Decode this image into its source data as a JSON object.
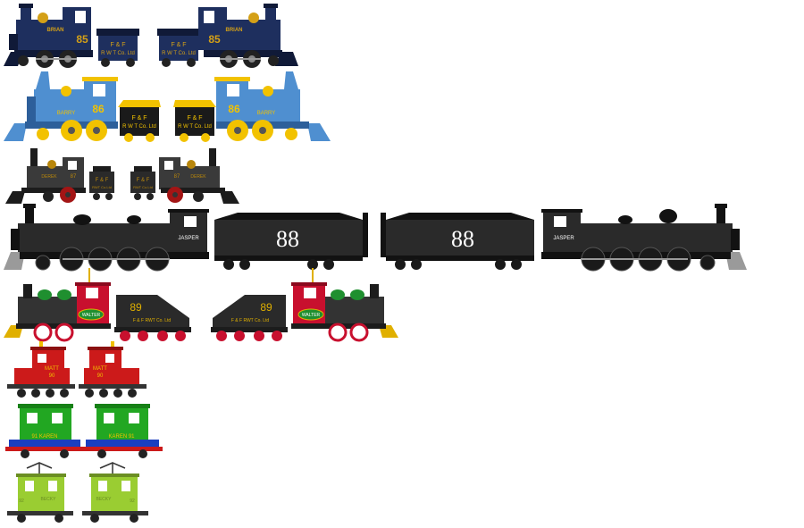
{
  "trains": [
    {
      "id": "brian",
      "name": "BRIAN",
      "number": "85",
      "tender": "F & F",
      "tender_line2": "R W T Co. Ltd",
      "colors": {
        "body": "#1e2f5e",
        "dark": "#101a38",
        "trim": "#d4a017"
      }
    },
    {
      "id": "barry",
      "name": "BARRY",
      "number": "86",
      "tender": "F & F",
      "tender_line2": "R W T Co. Ltd",
      "colors": {
        "body": "#4f8fd0",
        "dark": "#2d5f9a",
        "trim": "#f2c200"
      }
    },
    {
      "id": "derek",
      "name": "DEREK",
      "number": "87",
      "tender": "F & F",
      "tender_line2": "RWT Co.Ltd",
      "colors": {
        "body": "#3a3a3a",
        "dark": "#1c1c1c",
        "trim": "#b8860b"
      }
    },
    {
      "id": "jasper",
      "name": "JASPER",
      "number": "88",
      "colors": {
        "body": "#2a2a2a",
        "dark": "#121212",
        "trim": "#9a9a9a"
      }
    },
    {
      "id": "walter",
      "name": "WALTER",
      "number": "89",
      "tender": "F & F RWT Co. Ltd",
      "colors": {
        "body": "#333333",
        "cab": "#c8102e",
        "dome": "#1f8f2f",
        "trim": "#e0b000"
      }
    },
    {
      "id": "matt",
      "name": "MATT",
      "number": "90",
      "colors": {
        "body": "#cc1a1a",
        "trim": "#f0c000"
      }
    },
    {
      "id": "karen",
      "name": "91 KAREN",
      "name_right": "KAREN 91",
      "colors": {
        "body": "#22a722",
        "trim": "#1a3fc0"
      }
    },
    {
      "id": "becky",
      "name": "BECKY",
      "number": "92",
      "colors": {
        "body": "#9acd32",
        "trim": "#6b8e23"
      }
    }
  ]
}
